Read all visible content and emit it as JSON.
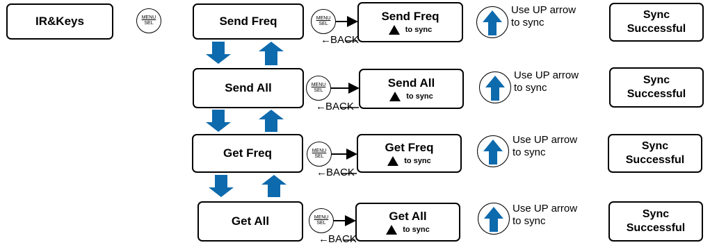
{
  "start_box": {
    "label": "IR&Keys"
  },
  "menu_button": {
    "top": "MENU",
    "bottom": "SEL"
  },
  "back_label": "BACK",
  "sync_hint": {
    "line1": "Use UP arrow",
    "line2": "to sync"
  },
  "screen_sub": "to sync",
  "sync_result": {
    "line1": "Sync",
    "line2": "Successful"
  },
  "menu_items": [
    {
      "label": "Send Freq"
    },
    {
      "label": "Send All"
    },
    {
      "label": "Get Freq"
    },
    {
      "label": "Get All"
    }
  ],
  "colors": {
    "arrow_blue": "#0d6aad",
    "line": "#000000"
  }
}
